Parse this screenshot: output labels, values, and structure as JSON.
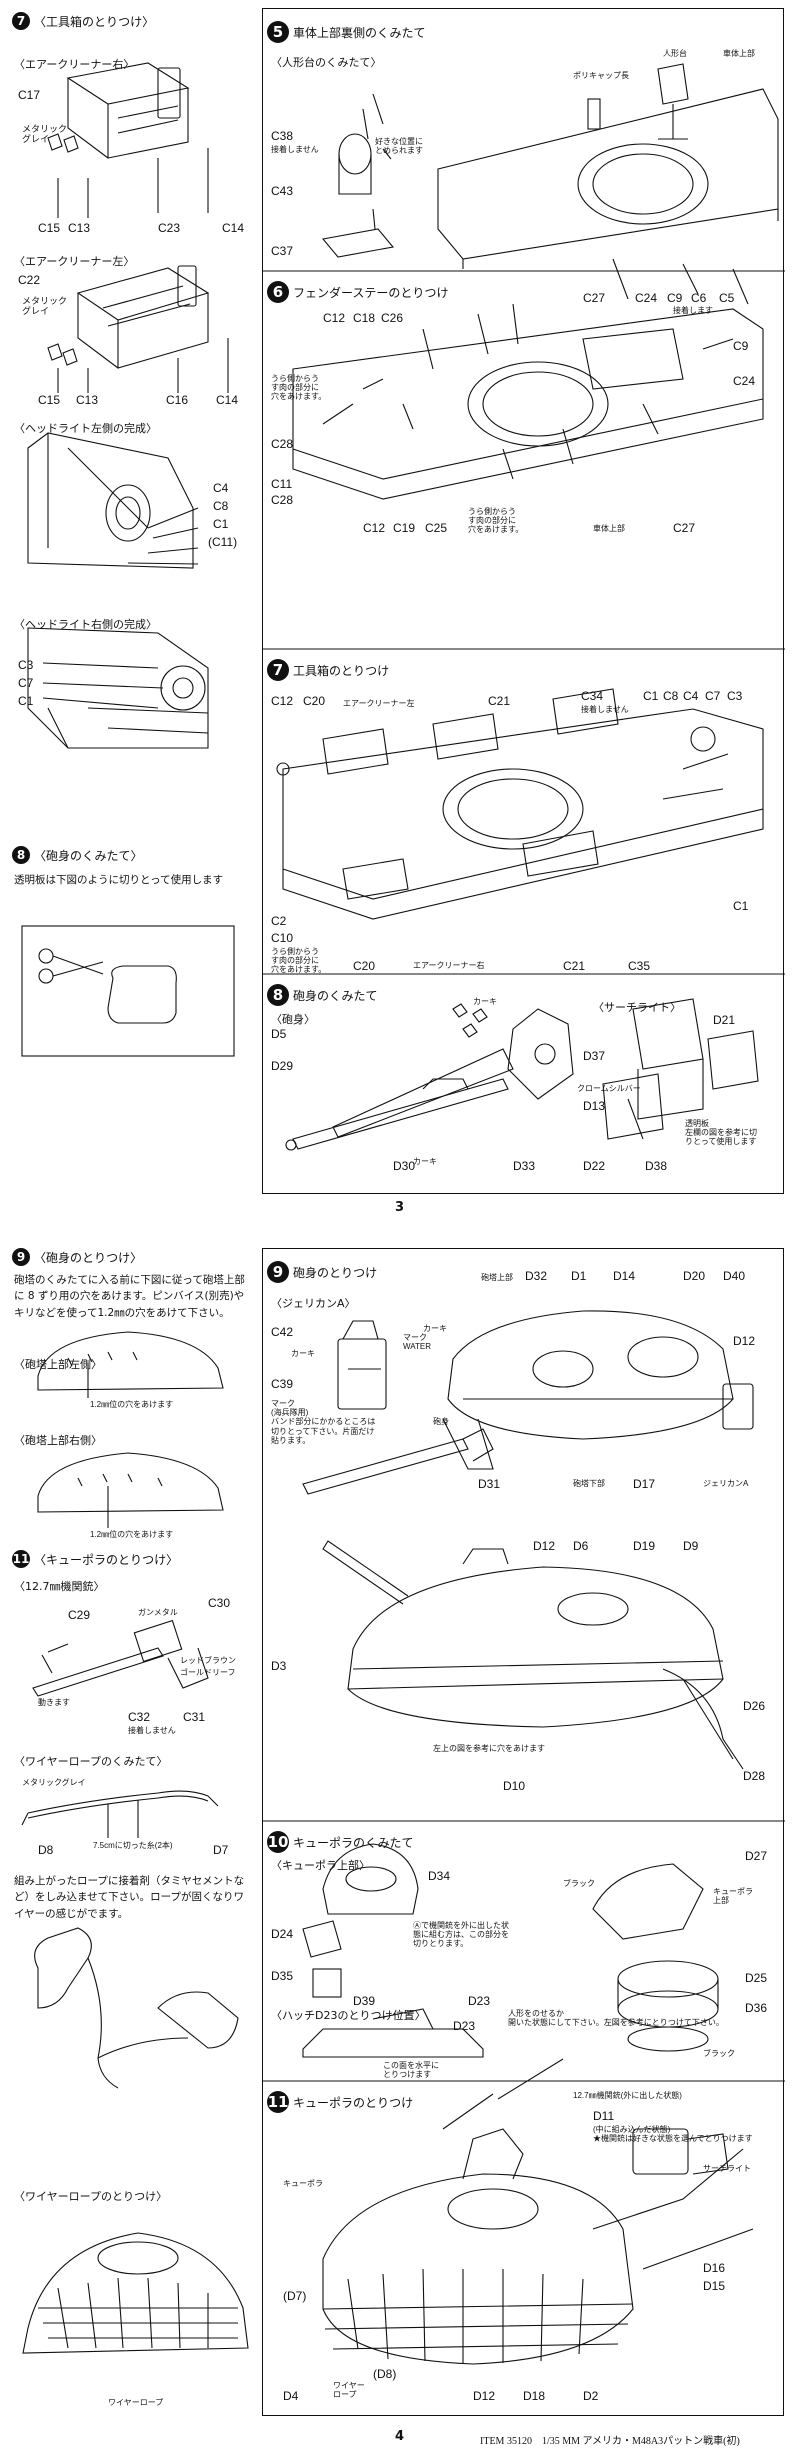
{
  "page3": {
    "page_number": "3",
    "left": {
      "s7": {
        "step": "7",
        "title": "工具箱のとりつけ",
        "air_right": "エアークリーナー右",
        "air_right_labels": [
          "C17",
          "C13",
          "C15",
          "C23",
          "C14"
        ],
        "metallic": "メタリック\nグレイ",
        "air_left": "エアークリーナー左",
        "air_left_labels": [
          "C22",
          "C15",
          "C13",
          "C16",
          "C14"
        ],
        "headlight_left": "ヘッドライト左側の完成",
        "headlight_left_labels": [
          "C4",
          "C8",
          "C1",
          "(C11)"
        ],
        "headlight_right": "ヘッドライト右側の完成",
        "headlight_right_labels": [
          "C3",
          "C7",
          "C1"
        ]
      },
      "s8": {
        "step": "8",
        "title": "砲身のくみたて",
        "note": "透明板は下図のように切りとって使用します"
      }
    },
    "right": {
      "s5": {
        "step": "5",
        "title": "車体上部裏側のくみたて",
        "sub": "人形台のくみたて",
        "labels": [
          "C38",
          "C43",
          "C37"
        ],
        "no_glue": "接着しません",
        "fix_note": "好きな位置に\nとめられます",
        "polycap": "ポリキャップ長",
        "figure_base": "人形台",
        "hull_upper": "車体上部"
      },
      "s6": {
        "step": "6",
        "title": "フェンダーステーのとりつけ",
        "labels_top": [
          "C12",
          "C18",
          "C26"
        ],
        "labels_top_right": [
          "C27",
          "C24",
          "C9",
          "C6",
          "C5"
        ],
        "glue_note": "接着します",
        "c9": "C9",
        "c24": "C24",
        "hole_note1": "うら側からう\nす肉の部分に\n穴をあけます。",
        "hole_note2": "うら側からう\nす肉の部分に\n穴をあけます。",
        "labels_bottom": [
          "C28",
          "C11",
          "C28",
          "C12",
          "C19",
          "C25"
        ],
        "hull_upper": "車体上部",
        "c27": "C27"
      },
      "s7": {
        "step": "7",
        "title": "工具箱のとりつけ",
        "labels_top": [
          "C12",
          "C20",
          "C21"
        ],
        "air_left": "エアークリーナー左",
        "c34": "C34",
        "no_glue": "接着しません",
        "labels_top_right": [
          "C1",
          "C8",
          "C4",
          "C7",
          "C3"
        ],
        "labels_bottom": [
          "C2",
          "C10",
          "C20",
          "C21",
          "C35",
          "C1"
        ],
        "air_right": "エアークリーナー右",
        "hole_note": "うら側からう\nす肉の部分に\n穴をあけます。"
      },
      "s8": {
        "step": "8",
        "title": "砲身のくみたて",
        "barrel": "砲身",
        "khaki": "カーキ",
        "labels": [
          "D5",
          "D29",
          "D30",
          "D33"
        ],
        "searchlight": "サーチライト",
        "sl_labels": [
          "D21",
          "D37",
          "D13",
          "D22",
          "D38"
        ],
        "chrome": "クロームシルバー",
        "clear_plate": "透明板\n左欄の図を参考に切\nりとって使用します"
      }
    }
  },
  "page4": {
    "page_number": "4",
    "footer": "ITEM 35120　1/35 MM アメリカ・M48A3パットン戦車(初)",
    "left": {
      "s9": {
        "step": "9",
        "title": "砲身のとりつけ",
        "note": "砲塔のくみたてに入る前に下図に従って砲塔上部に 8 ずり用の穴をあけます。ピンバイス(別売)やキリなどを使って1.2㎜の穴をあけて下さい。",
        "turret_left": "砲塔上部左側",
        "hole_label": "1.2㎜位の穴をあけます",
        "turret_right": "砲塔上部右側",
        "hole_label2": "1.2㎜位の穴をあけます"
      },
      "s11": {
        "step": "11",
        "title": "キューポラのとりつけ",
        "mg": "12.7㎜機関銃",
        "labels": [
          "C29",
          "C30",
          "C32",
          "C31"
        ],
        "gunmetal": "ガンメタル",
        "red_brown": "レッドブラウン",
        "gold_leaf": "ゴールドリーフ",
        "moves": "動きます",
        "no_glue": "接着しません",
        "wire_sub": "ワイヤーロープのくみたて",
        "metallic": "メタリックグレイ",
        "wire_labels": [
          "D8",
          "D7"
        ],
        "cut_note": "7.5cmに切った糸(2本)",
        "assembly_note": "組み上がったロープに接着剤（タミヤセメントなど）をしみ込ませて下さい。ロープが固くなりワイヤーの感じがでます。",
        "wire_mount": "ワイヤーロープのとりつけ",
        "wire_rope": "ワイヤーロープ"
      }
    },
    "right": {
      "s9": {
        "step": "9",
        "title": "砲身のとりつけ",
        "jerrycan": "ジェリカンA",
        "labels_top": [
          "D32",
          "D1",
          "D14",
          "D20",
          "D40",
          "D12"
        ],
        "turret_upper": "砲塔上部",
        "c42": "C42",
        "c39": "C39",
        "khaki": "カーキ",
        "mark": "マーク",
        "water": "マーク\nWATER",
        "mark_note": "マーク\n(海兵隊用)\nバンド部分にかかるところは\n切りとって下さい。片面だけ\n貼ります。",
        "barrel": "砲身",
        "labels_bottom": [
          "D31",
          "D17"
        ],
        "turret_lower": "砲塔下部",
        "jerry_a": "ジェリカンA",
        "labels2": [
          "D12",
          "D6",
          "D19",
          "D9",
          "D3",
          "D26",
          "D28",
          "D10"
        ],
        "hole_note": "左上の図を参考に穴をあけます"
      },
      "s10": {
        "step": "10",
        "title": "キューポラのくみたて",
        "sub": "キューポラ上部",
        "labels": [
          "D34",
          "D24",
          "D35",
          "D39",
          "D23",
          "D27",
          "D25",
          "D36"
        ],
        "mg_note": "Ⓐで機関銃を外に出した状態に組む方は、この部分を切りとります。",
        "black": "ブラック",
        "cupola_upper": "キューポラ\n上部",
        "figure_note": "人形をのせるか\n開いた状態にして下さい。左図を参考にとりつけて下さい。",
        "hatch_sub": "ハッチD23のとりつけ位置",
        "hatch_label": "D23",
        "horizontal_note": "この面を水平に\nとりつけます",
        "black2": "ブラック"
      },
      "s11": {
        "step": "11",
        "title": "キューポラのとりつけ",
        "mg_out": "12.7㎜機関銃(外に出した状態)",
        "d11": "D11",
        "d11_note": "(中に組み込んだ状態)\n★機関銃は好きな状態を選んでとりつけます",
        "searchlight": "サーチライト",
        "cupola": "キューポラ",
        "labels": [
          "D16",
          "D15",
          "(D7)",
          "(D8)",
          "D4",
          "D12",
          "D18",
          "D2"
        ],
        "wire_rope": "ワイヤー\nロープ"
      }
    }
  }
}
